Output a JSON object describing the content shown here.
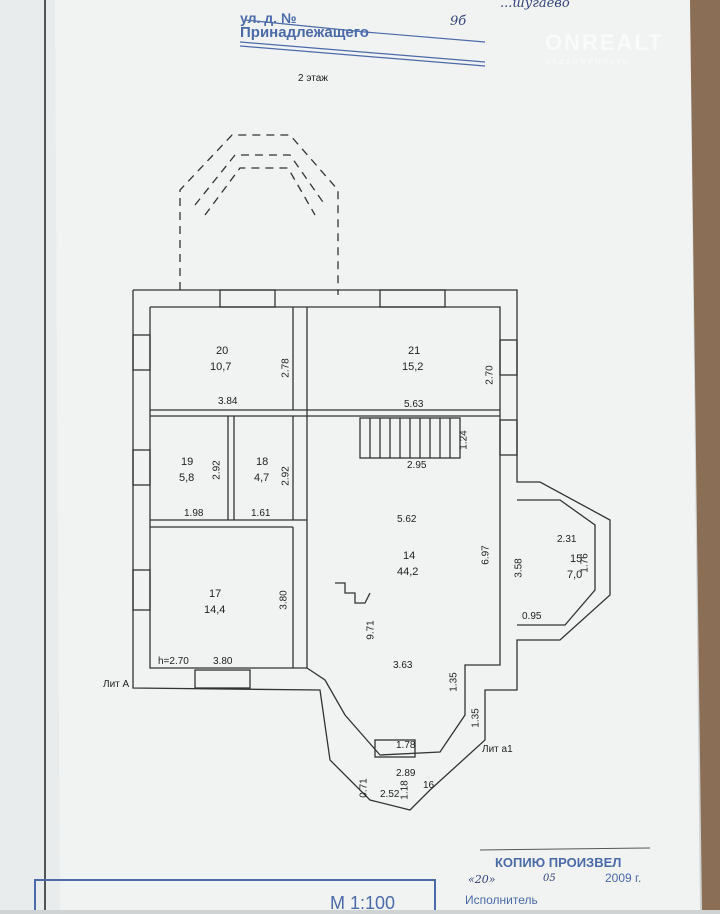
{
  "header": {
    "street_label": "ул. д. №",
    "house_no": "9б",
    "owner_label": "Принадлежащего",
    "village": "...шугаево"
  },
  "watermark": {
    "brand": "ONREALT",
    "sub": "недвижимость"
  },
  "floor_title": "2 этаж",
  "rooms": [
    {
      "no": "20",
      "area": "10,7"
    },
    {
      "no": "21",
      "area": "15,2"
    },
    {
      "no": "19",
      "area": "5,8"
    },
    {
      "no": "18",
      "area": "4,7"
    },
    {
      "no": "17",
      "area": "14,4"
    },
    {
      "no": "14",
      "area": "44,2"
    },
    {
      "no": "15",
      "area": "7,0"
    },
    {
      "no": "16",
      "area": ""
    }
  ],
  "dimensions": [
    "2.78",
    "2.70",
    "3.84",
    "5.63",
    "1.24",
    "2.95",
    "2.92",
    "2.92",
    "1.98",
    "1.61",
    "5.62",
    "6.97",
    "2.31",
    "3.58",
    "1.76",
    "3.80",
    "9.71",
    "0.95",
    "h=2.70",
    "3.80",
    "3.63",
    "1.35",
    "1.35",
    "1.78",
    "2.89",
    "1.18",
    "0.71",
    "2.52"
  ],
  "labels": {
    "lit_a": "Лит А",
    "lit_a1": "Лит а1"
  },
  "stamp": {
    "title": "КОПИЮ ПРОИЗВЕЛ",
    "day": "«20»",
    "month": "05",
    "year": "2009 г.",
    "executor_label": "Исполнитель",
    "scale": "М 1:100"
  }
}
